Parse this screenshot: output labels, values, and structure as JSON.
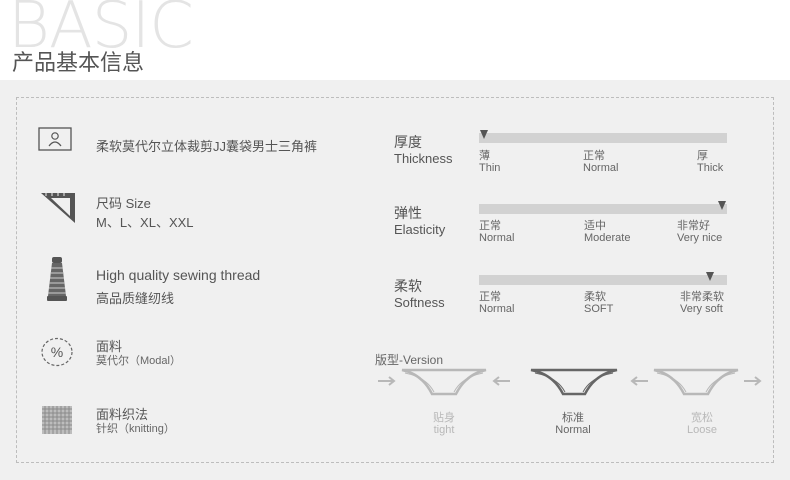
{
  "header": {
    "watermark": "BASIC",
    "title": "产品基本信息"
  },
  "features": [
    {
      "icon": "person-tag-icon",
      "line1": "柔软莫代尔立体裁剪JJ囊袋男士三角裤",
      "line2": ""
    },
    {
      "icon": "set-square-icon",
      "line1": "尺码 Size",
      "line2": "M、L、XL、XXL"
    },
    {
      "icon": "thread-spool-icon",
      "line1": "High quality sewing thread",
      "line2": "高品质缝纫线"
    },
    {
      "icon": "percent-circle-icon",
      "line1": "面料",
      "line2": "莫代尔（Modal）"
    },
    {
      "icon": "knit-grid-icon",
      "line1": "面料织法",
      "line2": "针织（knitting）"
    }
  ],
  "scales": [
    {
      "zh": "厚度",
      "en": "Thickness",
      "level": 0.02,
      "ticks": [
        {
          "zh": "薄",
          "en": "Thin"
        },
        {
          "zh": "正常",
          "en": "Normal"
        },
        {
          "zh": "厚",
          "en": "Thick"
        }
      ]
    },
    {
      "zh": "弹性",
      "en": "Elasticity",
      "level": 0.98,
      "ticks": [
        {
          "zh": "正常",
          "en": "Normal"
        },
        {
          "zh": "适中",
          "en": "Moderate"
        },
        {
          "zh": "非常好",
          "en": "Very nice"
        }
      ]
    },
    {
      "zh": "柔软",
      "en": "Softness",
      "level": 0.93,
      "ticks": [
        {
          "zh": "正常",
          "en": "Normal"
        },
        {
          "zh": "柔软",
          "en": "SOFT"
        },
        {
          "zh": "非常柔软",
          "en": "Very soft"
        }
      ]
    }
  ],
  "version": {
    "title": "版型-Version",
    "styles": [
      {
        "zh": "贴身",
        "en": "tight",
        "selected": false
      },
      {
        "zh": "标准",
        "en": "Normal",
        "selected": true
      },
      {
        "zh": "宽松",
        "en": "Loose",
        "selected": false
      }
    ]
  },
  "colors": {
    "panel": "#f0f0f0",
    "bar": "#d2d2d2",
    "pointer": "#555555",
    "inactive": "#b8b8b8",
    "active": "#666666"
  }
}
